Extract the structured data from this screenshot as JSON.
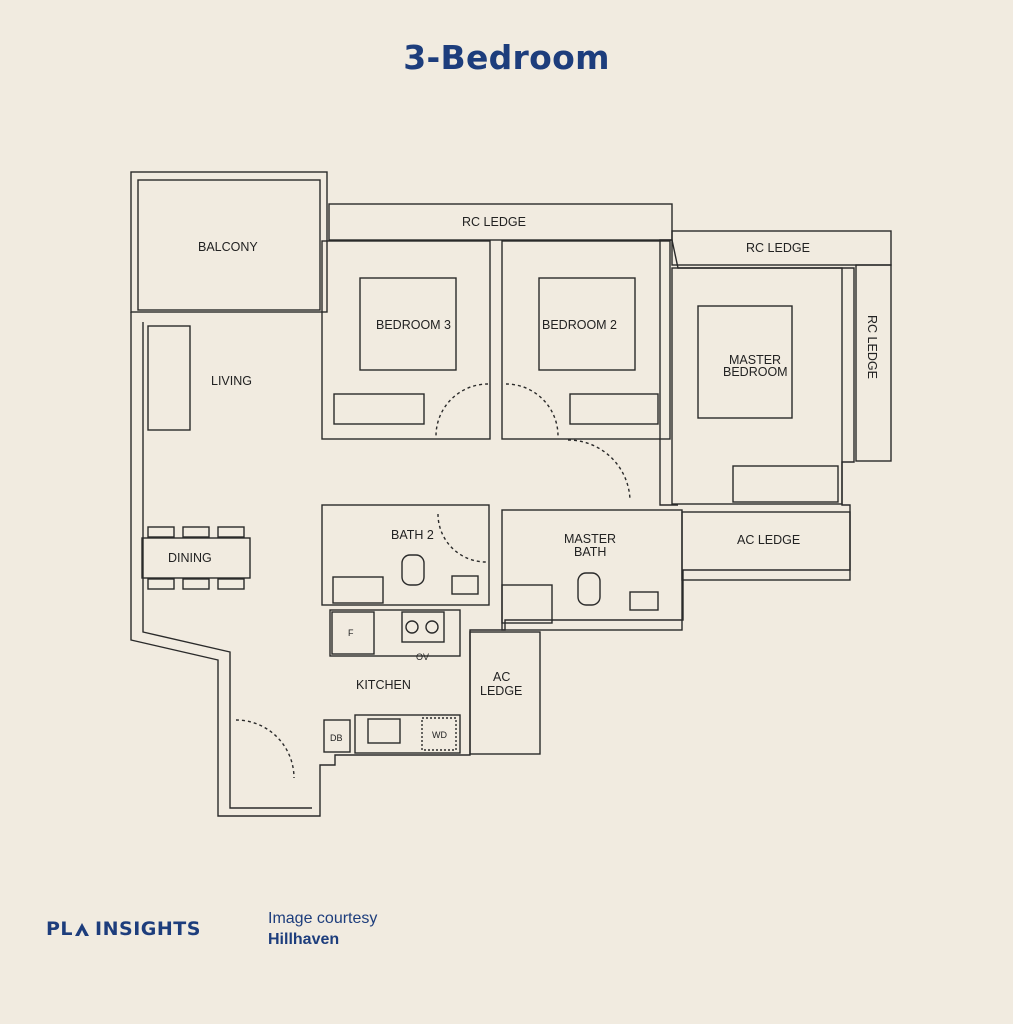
{
  "title": "3-Bedroom",
  "rooms": {
    "balcony": "BALCONY",
    "living": "LIVING",
    "dining": "DINING",
    "kitchen": "KITCHEN",
    "bedroom3": "BEDROOM 3",
    "bedroom2": "BEDROOM 2",
    "master_bedroom_1": "MASTER",
    "master_bedroom_2": "BEDROOM",
    "bath2": "BATH 2",
    "master_bath_1": "MASTER",
    "master_bath_2": "BATH",
    "rc_ledge_top": "RC LEDGE",
    "rc_ledge_right_top": "RC LEDGE",
    "rc_ledge_vertical": "RC LEDGE",
    "ac_ledge_right": "AC LEDGE",
    "ac_ledge_bottom_1": "AC",
    "ac_ledge_bottom_2": "LEDGE"
  },
  "fixtures": {
    "fridge": "F",
    "oven": "OV",
    "distribution_board": "DB",
    "washer_dryer": "WD"
  },
  "footer": {
    "logo_left": "PL",
    "logo_right": "INSIGHTS",
    "courtesy_label": "Image courtesy",
    "courtesy_by": "Hillhaven"
  },
  "colors": {
    "background": "#f1ebe0",
    "brand": "#1d3d7c",
    "lines": "#2a2a2a"
  }
}
